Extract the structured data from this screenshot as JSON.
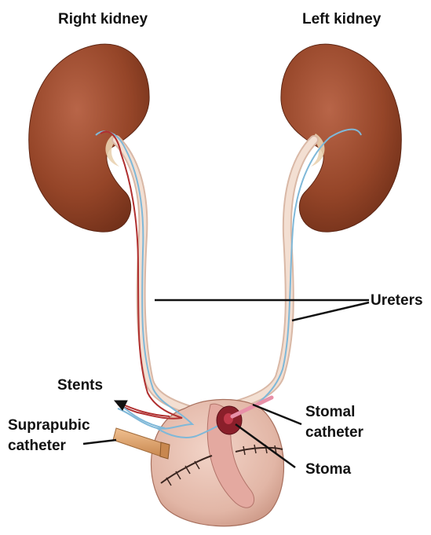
{
  "labels": {
    "right_kidney": "Right kidney",
    "left_kidney": "Left kidney",
    "ureters": "Ureters",
    "stents": "Stents",
    "suprapubic_line1": "Suprapubic",
    "suprapubic_line2": "catheter",
    "stomal_line1": "Stomal",
    "stomal_line2": "catheter",
    "stoma": "Stoma"
  },
  "colors": {
    "kidney": "#9a4a30",
    "ureter": "#f0d8c8",
    "stent_blue": "#7fb8d8",
    "stent_red": "#b03030",
    "bladder": "#e8c0b2",
    "suprapubic_catheter": "#e0a070",
    "stomal_catheter": "#e890a8",
    "leader_line": "#111111"
  }
}
